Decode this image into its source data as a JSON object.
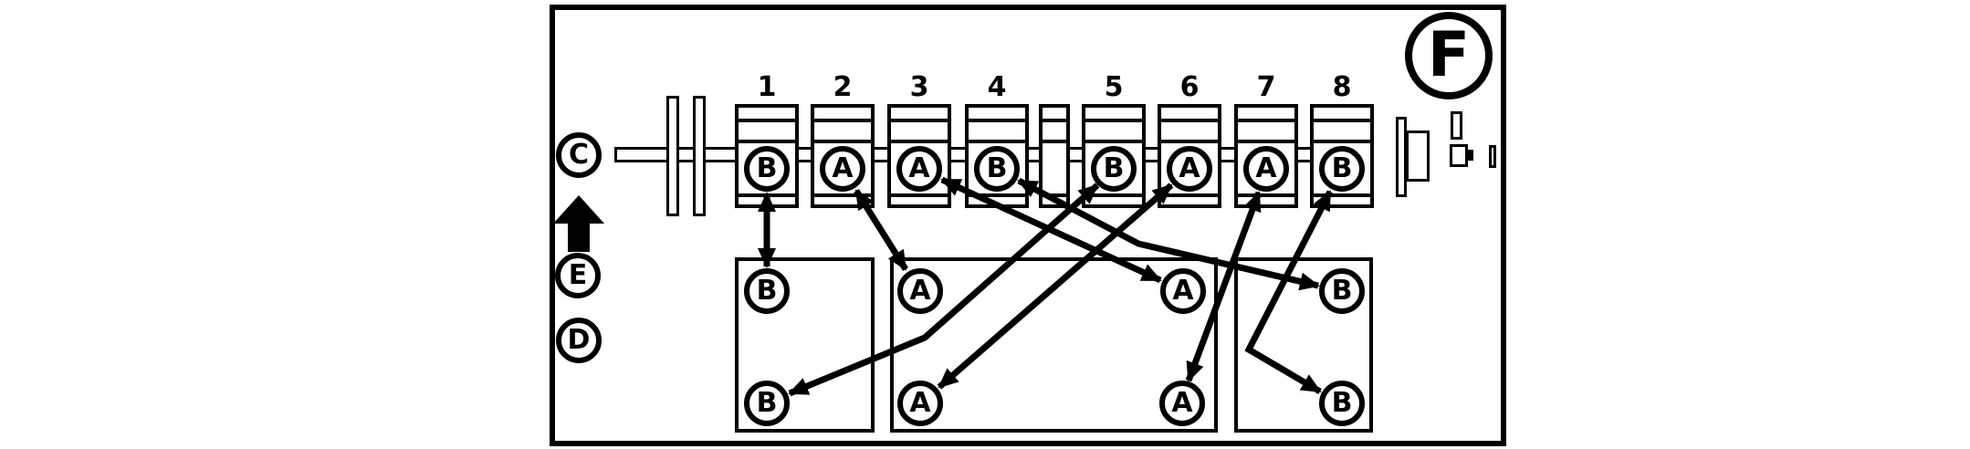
{
  "diagram": {
    "kind": "engine cylinder-to-terminal wiring diagram",
    "colors": {
      "ink": "#000000",
      "background": "#ffffff"
    }
  },
  "callouts": {
    "c": "C",
    "d": "D",
    "e": "E",
    "f": "F"
  },
  "cylinders": [
    {
      "number": "1",
      "letter": "B"
    },
    {
      "number": "2",
      "letter": "A"
    },
    {
      "number": "3",
      "letter": "A"
    },
    {
      "number": "4",
      "letter": "B"
    },
    {
      "number": "5",
      "letter": "B"
    },
    {
      "number": "6",
      "letter": "A"
    },
    {
      "number": "7",
      "letter": "A"
    },
    {
      "number": "8",
      "letter": "B"
    }
  ],
  "banks": [
    {
      "circles": [
        {
          "pos": "top",
          "letter": "B"
        },
        {
          "pos": "bottom",
          "letter": "B"
        }
      ]
    },
    {
      "circles": [
        {
          "pos": "top-left",
          "letter": "A"
        },
        {
          "pos": "bottom-left",
          "letter": "A"
        },
        {
          "pos": "top-right",
          "letter": "A"
        },
        {
          "pos": "bottom-right",
          "letter": "A"
        }
      ]
    },
    {
      "circles": [
        {
          "pos": "top",
          "letter": "B"
        },
        {
          "pos": "bottom",
          "letter": "B"
        }
      ]
    }
  ],
  "connections": [
    {
      "from": "cylinder-1",
      "to": "bank1-top"
    },
    {
      "from": "cylinder-2",
      "to": "bank2-top-left"
    },
    {
      "from": "cylinder-3",
      "to": "bank2-top-right"
    },
    {
      "from": "cylinder-4",
      "to": "bank3-top"
    },
    {
      "from": "cylinder-5",
      "to": "bank1-bottom"
    },
    {
      "from": "cylinder-6",
      "to": "bank2-bottom-left"
    },
    {
      "from": "cylinder-7",
      "to": "bank2-bottom-right"
    },
    {
      "from": "cylinder-8",
      "to": "bank3-bottom"
    }
  ]
}
